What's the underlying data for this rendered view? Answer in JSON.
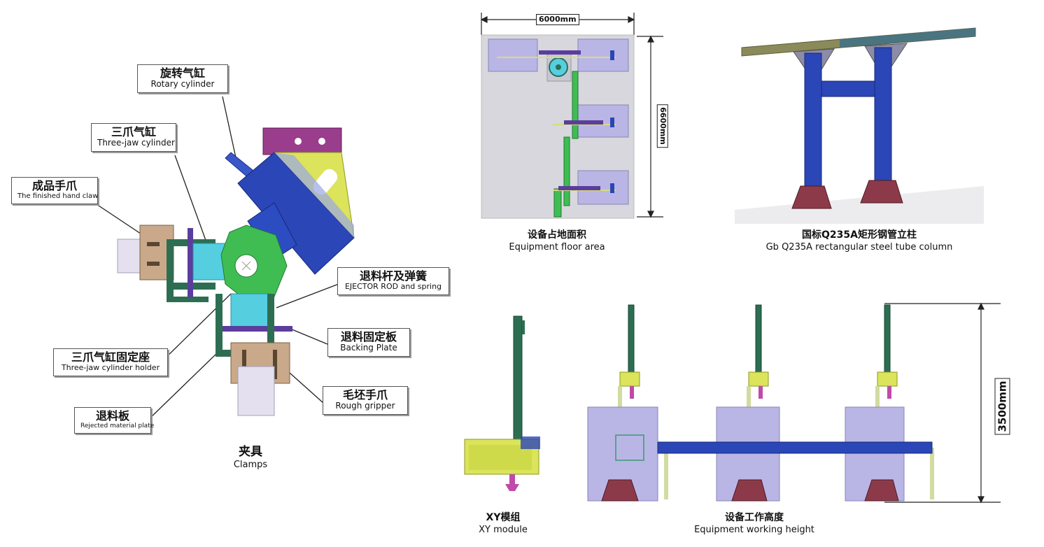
{
  "clamp": {
    "callouts": {
      "rotary": {
        "zh": "旋转气缸",
        "en": "Rotary cylinder"
      },
      "three_jaw": {
        "zh": "三爪气缸",
        "en": "Three-jaw cylinder"
      },
      "finished_claw": {
        "zh": "成品手爪",
        "en": "The finished hand claw"
      },
      "ejector": {
        "zh": "退料杆及弹簧",
        "en": "EJECTOR ROD and spring"
      },
      "backing": {
        "zh": "退料固定板",
        "en": "Backing Plate"
      },
      "holder": {
        "zh": "三爪气缸固定座",
        "en": "Three-jaw cylinder holder"
      },
      "rough": {
        "zh": "毛坯手爪",
        "en": "Rough gripper"
      },
      "rejected": {
        "zh": "退料板",
        "en": "Rejected material plate"
      }
    },
    "caption": {
      "zh": "夹具",
      "en": "Clamps"
    }
  },
  "floor": {
    "width_label": "6000mm",
    "height_label": "6600mm",
    "caption": {
      "zh": "设备占地面积",
      "en": "Equipment floor area"
    }
  },
  "column": {
    "caption": {
      "zh": "国标Q235A矩形钢管立柱",
      "en": "Gb Q235A rectangular steel tube column"
    }
  },
  "xy": {
    "caption": {
      "zh": "XY模组",
      "en": "XY module"
    }
  },
  "working": {
    "height_label": "3500mm",
    "caption": {
      "zh": "设备工作高度",
      "en": "Equipment working height"
    }
  },
  "colors": {
    "magenta": "#9a3d8c",
    "yellow": "#dbe45a",
    "blue": "#2b46b6",
    "cyan": "#55cfe0",
    "green": "#3fbd52",
    "darkgreen": "#2d6e52",
    "tan": "#c9a98a",
    "purple": "#5b3d9e",
    "machine": "#b9b6e6"
  }
}
